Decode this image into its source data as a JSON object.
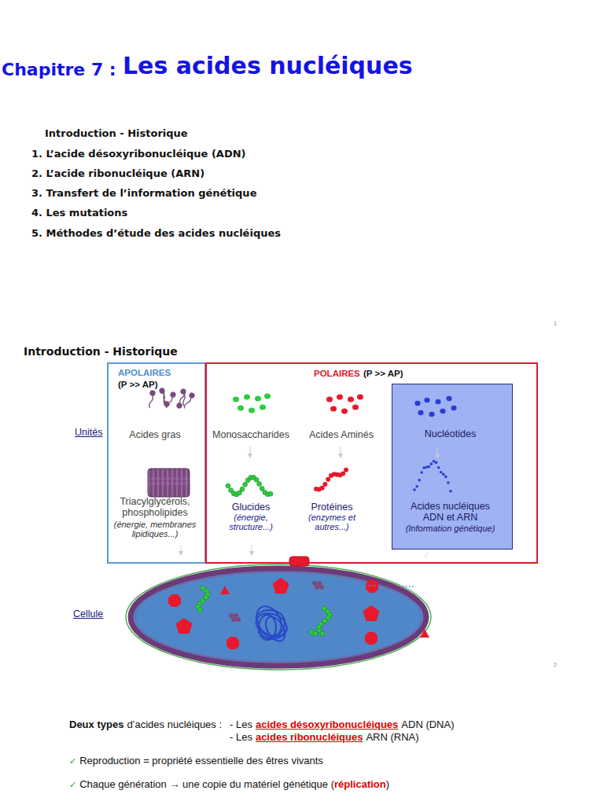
{
  "diagram": {
    "title": "Les acides nucléiques",
    "nodes": [
      {
        "text": [
          "APOLAIRES",
          "(P >> AP)",
          "Acides gras",
          "Triacylglycérols, phospholipides",
          "(énergie, membranes lipidiques...)"
        ]
      },
      {
        "text": [
          "POLAIRES",
          "(P >> AP)",
          "Monosaccharides",
          "Acides Aminés",
          "Glucides",
          "(énergie, structure...)",
          "Protéines",
          "(enzymes et autres...)"
        ]
      },
      {
        "text": [
          "Nucléotides",
          "Acides nucléiques ADN et ARN",
          "(Information génétique)"
        ],
        "in": 1
      }
    ],
    "labels": [
      "Chapitre 7 :",
      "Introduction - Historique",
      "1. L’acide désoxyribonucléique (ADN)",
      "2. L’acide ribonucléique (ARN)",
      "3. Transfert de l’information génétique",
      "4. Les mutations",
      "5. Méthodes d’étude des acides nucléiques",
      "1",
      "Introduction - Historique",
      "Unités",
      "Cellule",
      "2",
      "Deux types",
      "d’acides nucléiques :",
      "- Les",
      "acides désoxyribonucléiques",
      "ADN (DNA)",
      "- Les",
      "acides ribonucléiques",
      "ARN (RNA)",
      "✓",
      "Reproduction = propriété essentielle des êtres vivants",
      "✓",
      "Chaque génération → une copie du matériel génétique (",
      "réplication",
      ")"
    ]
  }
}
